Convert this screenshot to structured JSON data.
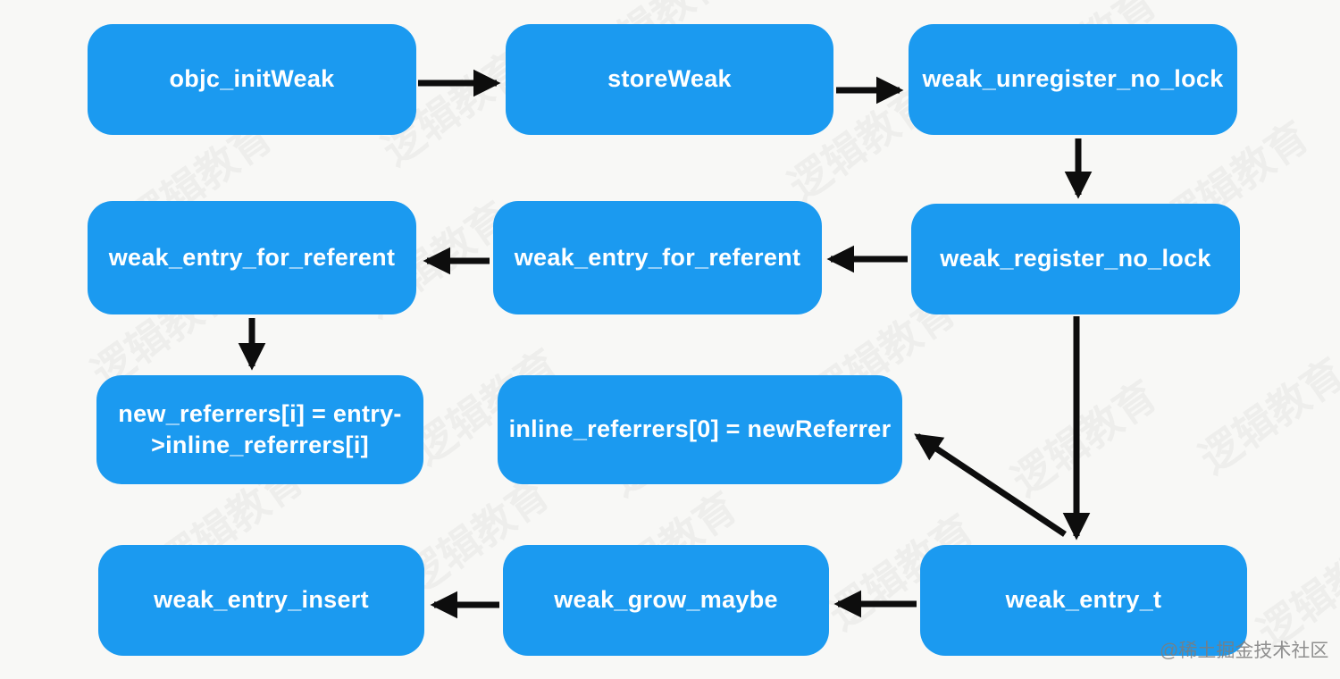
{
  "diagram": {
    "title_hint": "objc weak reference registration flow",
    "nodes": {
      "objc_initWeak": {
        "label": "objc_initWeak"
      },
      "storeWeak": {
        "label": "storeWeak"
      },
      "weak_unregister_no_lock": {
        "label": "weak_unregister_no_lock"
      },
      "weak_entry_for_referent_left": {
        "label": "weak_entry_for_referent"
      },
      "weak_entry_for_referent_mid": {
        "label": "weak_entry_for_referent"
      },
      "weak_register_no_lock": {
        "label": "weak_register_no_lock"
      },
      "new_referrers": {
        "line1": "new_referrers[i] = entry-",
        "line2": ">inline_referrers[i]"
      },
      "inline_referrers": {
        "label": "inline_referrers[0] = newReferrer"
      },
      "weak_entry_insert": {
        "label": "weak_entry_insert"
      },
      "weak_grow_maybe": {
        "label": "weak_grow_maybe"
      },
      "weak_entry_t": {
        "label": "weak_entry_t"
      }
    },
    "edges": [
      {
        "from": "objc_initWeak",
        "to": "storeWeak"
      },
      {
        "from": "storeWeak",
        "to": "weak_unregister_no_lock"
      },
      {
        "from": "weak_unregister_no_lock",
        "to": "weak_register_no_lock"
      },
      {
        "from": "weak_register_no_lock",
        "to": "weak_entry_for_referent_mid"
      },
      {
        "from": "weak_entry_for_referent_mid",
        "to": "weak_entry_for_referent_left"
      },
      {
        "from": "weak_entry_for_referent_left",
        "to": "new_referrers"
      },
      {
        "from": "weak_register_no_lock",
        "to": "weak_entry_t"
      },
      {
        "from": "weak_entry_t",
        "to": "inline_referrers"
      },
      {
        "from": "weak_entry_t",
        "to": "weak_grow_maybe"
      },
      {
        "from": "weak_grow_maybe",
        "to": "weak_entry_insert"
      }
    ],
    "colors": {
      "node_fill": "#1b9af0",
      "node_text": "#ffffff",
      "arrow": "#0d0d0d",
      "background": "#f8f8f6"
    }
  },
  "watermark": {
    "text": "逻辑教育"
  },
  "credit": "@稀土掘金技术社区"
}
